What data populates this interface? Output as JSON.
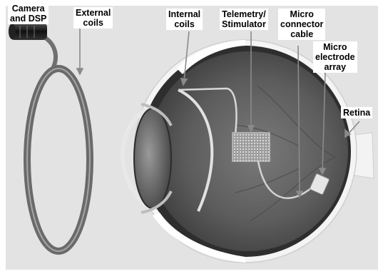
{
  "labels": {
    "camera_dsp": {
      "line1": "Camera",
      "line2": "and DSP"
    },
    "external_coils": {
      "line1": "External",
      "line2": "coils"
    },
    "internal_coils": {
      "line1": "Internal",
      "line2": "coils"
    },
    "telemetry_stimulator": {
      "line1": "Telemetry/",
      "line2": "Stimulator"
    },
    "micro_connector_cable": {
      "line1": "Micro",
      "line2": "connector",
      "line3": "cable"
    },
    "micro_electrode_array": {
      "line1": "Micro",
      "line2": "electrode",
      "line3": "array"
    },
    "retina": {
      "line1": "Retina"
    }
  },
  "colors": {
    "background": "#e3e3e3",
    "sclera": "#f4f4f4",
    "eye_interior": "#5a5a5a",
    "coil": "#6a6a6a",
    "arrow": "#8a8a8a"
  }
}
